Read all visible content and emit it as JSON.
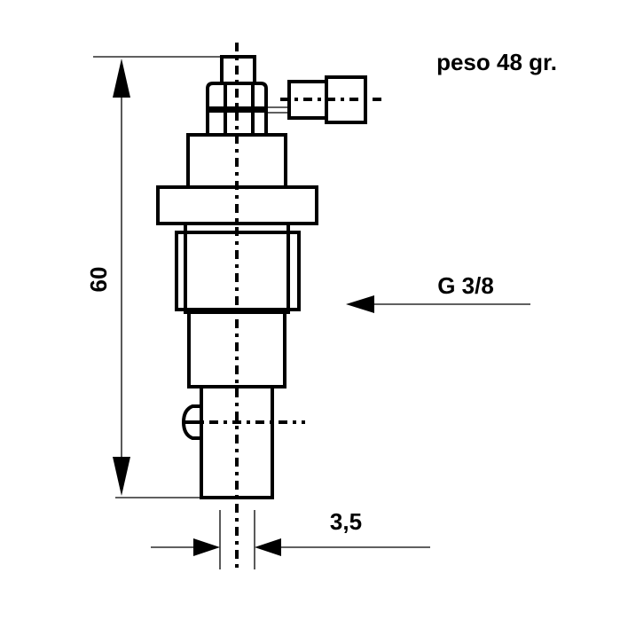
{
  "weight_label": "peso 48 gr.",
  "thread_label": "G 3/8",
  "height_dimension": "60",
  "tip_diameter_dimension": "3,5",
  "colors": {
    "line": "#000000",
    "background": "#ffffff"
  }
}
